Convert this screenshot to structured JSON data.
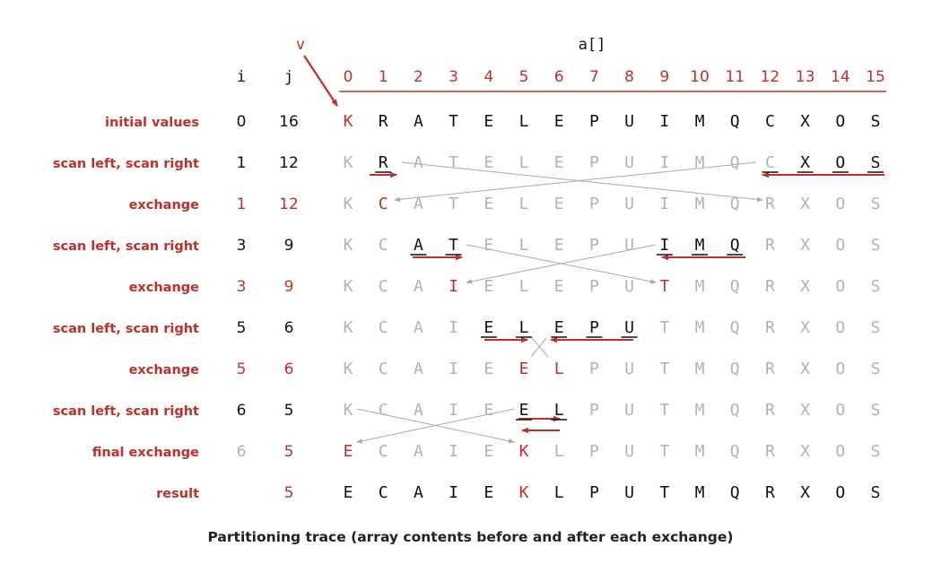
{
  "colors": {
    "red": "#c0302a",
    "black": "#111111",
    "gray": "#b2b2b2",
    "lightgray": "#a9a9a9"
  },
  "header": {
    "v_label": "v",
    "array_label": "a[]",
    "i_label": "i",
    "j_label": "j"
  },
  "indices": [
    "0",
    "1",
    "2",
    "3",
    "4",
    "5",
    "6",
    "7",
    "8",
    "9",
    "10",
    "11",
    "12",
    "13",
    "14",
    "15"
  ],
  "rows": [
    {
      "label": "initial values",
      "i": "0",
      "j": "16",
      "i_style": "k",
      "j_style": "k",
      "cells": [
        "K",
        "R",
        "A",
        "T",
        "E",
        "L",
        "E",
        "P",
        "U",
        "I",
        "M",
        "Q",
        "C",
        "X",
        "O",
        "S"
      ],
      "styles": "rkkkkkkkkkkkkkkk",
      "underline": []
    },
    {
      "label": "scan left, scan right",
      "i": "1",
      "j": "12",
      "i_style": "k",
      "j_style": "k",
      "cells": [
        "K",
        "R",
        "A",
        "T",
        "E",
        "L",
        "E",
        "P",
        "U",
        "I",
        "M",
        "Q",
        "C",
        "X",
        "O",
        "S"
      ],
      "styles": "gkgggggggggggkkk",
      "underline": [
        1,
        12,
        13,
        14,
        15
      ]
    },
    {
      "label": "exchange",
      "i": "1",
      "j": "12",
      "i_style": "r",
      "j_style": "r",
      "cells": [
        "K",
        "C",
        "A",
        "T",
        "E",
        "L",
        "E",
        "P",
        "U",
        "I",
        "M",
        "Q",
        "R",
        "X",
        "O",
        "S"
      ],
      "styles": "grgggggggggggggg",
      "underline": []
    },
    {
      "label": "scan left, scan right",
      "i": "3",
      "j": "9",
      "i_style": "k",
      "j_style": "k",
      "cells": [
        "K",
        "C",
        "A",
        "T",
        "E",
        "L",
        "E",
        "P",
        "U",
        "I",
        "M",
        "Q",
        "R",
        "X",
        "O",
        "S"
      ],
      "styles": "ggkkgggggkkkgggg",
      "underline": [
        2,
        3,
        9,
        10,
        11
      ]
    },
    {
      "label": "exchange",
      "i": "3",
      "j": "9",
      "i_style": "r",
      "j_style": "r",
      "cells": [
        "K",
        "C",
        "A",
        "I",
        "E",
        "L",
        "E",
        "P",
        "U",
        "T",
        "M",
        "Q",
        "R",
        "X",
        "O",
        "S"
      ],
      "styles": "gggrgggggrgggggg",
      "underline": []
    },
    {
      "label": "scan left, scan right",
      "i": "5",
      "j": "6",
      "i_style": "k",
      "j_style": "k",
      "cells": [
        "K",
        "C",
        "A",
        "I",
        "E",
        "L",
        "E",
        "P",
        "U",
        "T",
        "M",
        "Q",
        "R",
        "X",
        "O",
        "S"
      ],
      "styles": "ggggkkkkkggggggg",
      "underline": [
        4,
        5,
        6,
        7,
        8
      ]
    },
    {
      "label": "exchange",
      "i": "5",
      "j": "6",
      "i_style": "r",
      "j_style": "r",
      "cells": [
        "K",
        "C",
        "A",
        "I",
        "E",
        "E",
        "L",
        "P",
        "U",
        "T",
        "M",
        "Q",
        "R",
        "X",
        "O",
        "S"
      ],
      "styles": "gggggrrggggggggg",
      "underline": []
    },
    {
      "label": "scan left, scan right",
      "i": "6",
      "j": "5",
      "i_style": "k",
      "j_style": "k",
      "cells": [
        "K",
        "C",
        "A",
        "I",
        "E",
        "E",
        "L",
        "P",
        "U",
        "T",
        "M",
        "Q",
        "R",
        "X",
        "O",
        "S"
      ],
      "styles": "gggggkkggggggggg",
      "underline": [
        5,
        6
      ]
    },
    {
      "label": "final exchange",
      "i": "6",
      "j": "5",
      "i_style": "g",
      "j_style": "r",
      "cells": [
        "E",
        "C",
        "A",
        "I",
        "E",
        "K",
        "L",
        "P",
        "U",
        "T",
        "M",
        "Q",
        "R",
        "X",
        "O",
        "S"
      ],
      "styles": "rggggrgggggggggg",
      "underline": []
    },
    {
      "label": "result",
      "i": "",
      "j": "5",
      "i_style": "k",
      "j_style": "r",
      "cells": [
        "E",
        "C",
        "A",
        "I",
        "E",
        "K",
        "L",
        "P",
        "U",
        "T",
        "M",
        "Q",
        "R",
        "X",
        "O",
        "S"
      ],
      "styles": "kkkkkrkkkkkkkkkk",
      "underline": []
    }
  ],
  "caption": "Partitioning trace (array contents before and after each exchange)"
}
